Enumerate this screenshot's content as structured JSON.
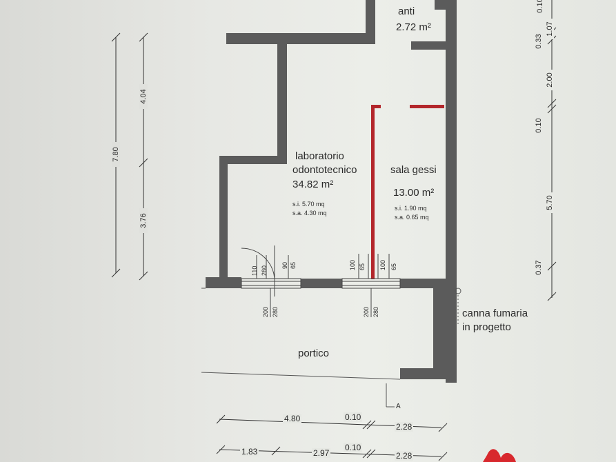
{
  "rooms": {
    "anti": {
      "name": "anti",
      "area": "2.72 m²"
    },
    "laboratorio": {
      "name_line1": "laboratorio",
      "name_line2": "odontotecnico",
      "area": "34.82 m²",
      "si": "s.i. 5.70 mq",
      "sa": "s.a. 4.30 mq"
    },
    "sala_gessi": {
      "name": "sala gessi",
      "area": "13.00 m²",
      "si": "s.i. 1.90 mq",
      "sa": "s.a. 0.65 mq"
    },
    "portico": {
      "name": "portico"
    }
  },
  "notes": {
    "canna_line1": "canna fumaria",
    "canna_line2": "in progetto",
    "section_mark": "A"
  },
  "left_dims": {
    "total": "7.80",
    "upper": "4.04",
    "lower": "3.76"
  },
  "right_dims": [
    "0.10",
    "1.07",
    "0.33",
    "2.00",
    "0.10",
    "5.70",
    "0.37"
  ],
  "bottom_dims": {
    "row1": [
      "4.80",
      "0.10",
      "2.28"
    ],
    "row2": [
      "1.83",
      "2.97",
      "0.10",
      "2.28"
    ]
  },
  "openings": {
    "door1": [
      "110",
      "280",
      "90",
      "65"
    ],
    "window1": [
      "100",
      "65",
      "100",
      "65"
    ],
    "sill1": [
      "200",
      "280"
    ],
    "sill2": [
      "200",
      "280"
    ]
  },
  "colors": {
    "wall": "#5b5b5b",
    "new_wall": "#b3262b",
    "line": "#333333"
  }
}
